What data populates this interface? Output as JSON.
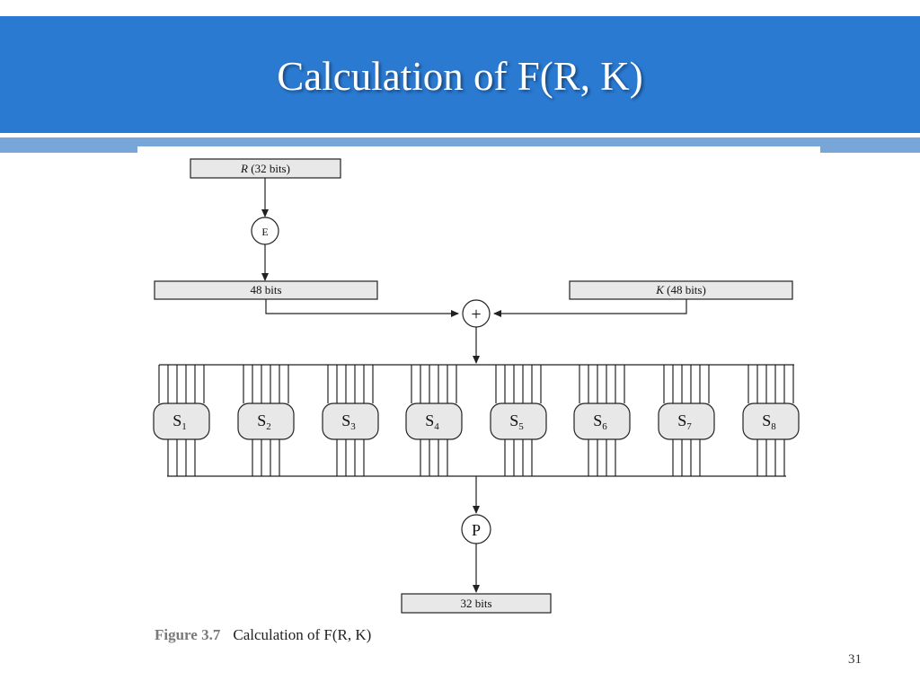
{
  "slide": {
    "title": "Calculation of F(R, K)",
    "page_number": "31"
  },
  "figure": {
    "number": "Figure 3.7",
    "caption": "Calculation of F(R, K)",
    "boxes": {
      "r_var": "R",
      "r_label": " (32 bits)",
      "expanded": "48 bits",
      "k_var": "K",
      "k_label": " (48 bits)",
      "output": "32 bits"
    },
    "nodes": {
      "expansion": "E",
      "xor": "+",
      "permutation": "P"
    },
    "sboxes": [
      {
        "letter": "S",
        "index": "1"
      },
      {
        "letter": "S",
        "index": "2"
      },
      {
        "letter": "S",
        "index": "3"
      },
      {
        "letter": "S",
        "index": "4"
      },
      {
        "letter": "S",
        "index": "5"
      },
      {
        "letter": "S",
        "index": "6"
      },
      {
        "letter": "S",
        "index": "7"
      },
      {
        "letter": "S",
        "index": "8"
      }
    ]
  },
  "colors": {
    "banner": "#2a7ad2",
    "stripe": "#79a6d8",
    "box_fill": "#e8e8e8",
    "line": "#222222"
  }
}
